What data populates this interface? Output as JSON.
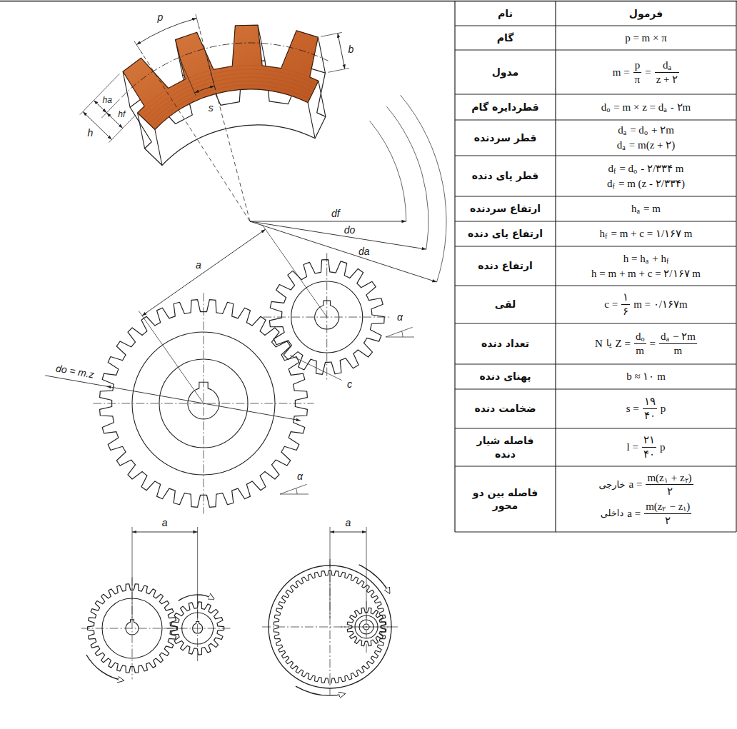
{
  "diagram": {
    "labels": [
      "p",
      "b",
      "s",
      "ha",
      "hf",
      "h",
      "df",
      "do",
      "da",
      "a",
      "do = m.z",
      "α",
      "c",
      "α",
      "a",
      "a",
      "نام",
      "فرمول",
      "گام",
      "p = m × π",
      "مدول",
      "m =",
      "p",
      "π",
      "=",
      "d",
      "a",
      "z + ۲",
      "قطردایره گام",
      "d",
      "o",
      "= m × z = d",
      "a",
      "- ۲m",
      "قطر سردنده",
      "d",
      "a",
      "= d",
      "o",
      "+ ۲m",
      "d",
      "a",
      "= m(z + ۲)",
      "قطر پای دنده",
      "d",
      "f",
      "= d",
      "o",
      "- ۲/۳۳۴ m",
      "d",
      "f",
      "= m (z - ۲/۳۳۴)",
      "ارتفاع سردنده",
      "h",
      "a",
      "= m",
      "ارتفاع پای دنده",
      "h",
      "f",
      "= m + c = ۱/۱۶۷ m",
      "ارتفاع دنده",
      "h = h",
      "a",
      "+ h",
      "f",
      "h = m + m + c = ۲/۱۶۷ m",
      "لقی",
      "c =",
      "۱",
      "۶",
      "m = ۰/۱۶۷m",
      "تعداد دنده",
      "N",
      "یا",
      "Z =",
      "d",
      "o",
      "m",
      "=",
      "d",
      "a",
      "− ۲m",
      "m",
      "پهنای دنده",
      "b ≈ ۱۰ m",
      "ضخامت دنده",
      "s =",
      "۱۹",
      "۴۰",
      "p",
      "فاصله شیار دنده",
      "l =",
      "۲۱",
      "۴۰",
      "p",
      "فاصله بین دو محور",
      "خارجی",
      "a =",
      "m(z",
      "۱",
      "+ z",
      "۲",
      ")",
      "۲",
      "داخلی",
      "a =",
      "m(z",
      "۲",
      "− z",
      "۱",
      ")",
      "۲"
    ]
  }
}
